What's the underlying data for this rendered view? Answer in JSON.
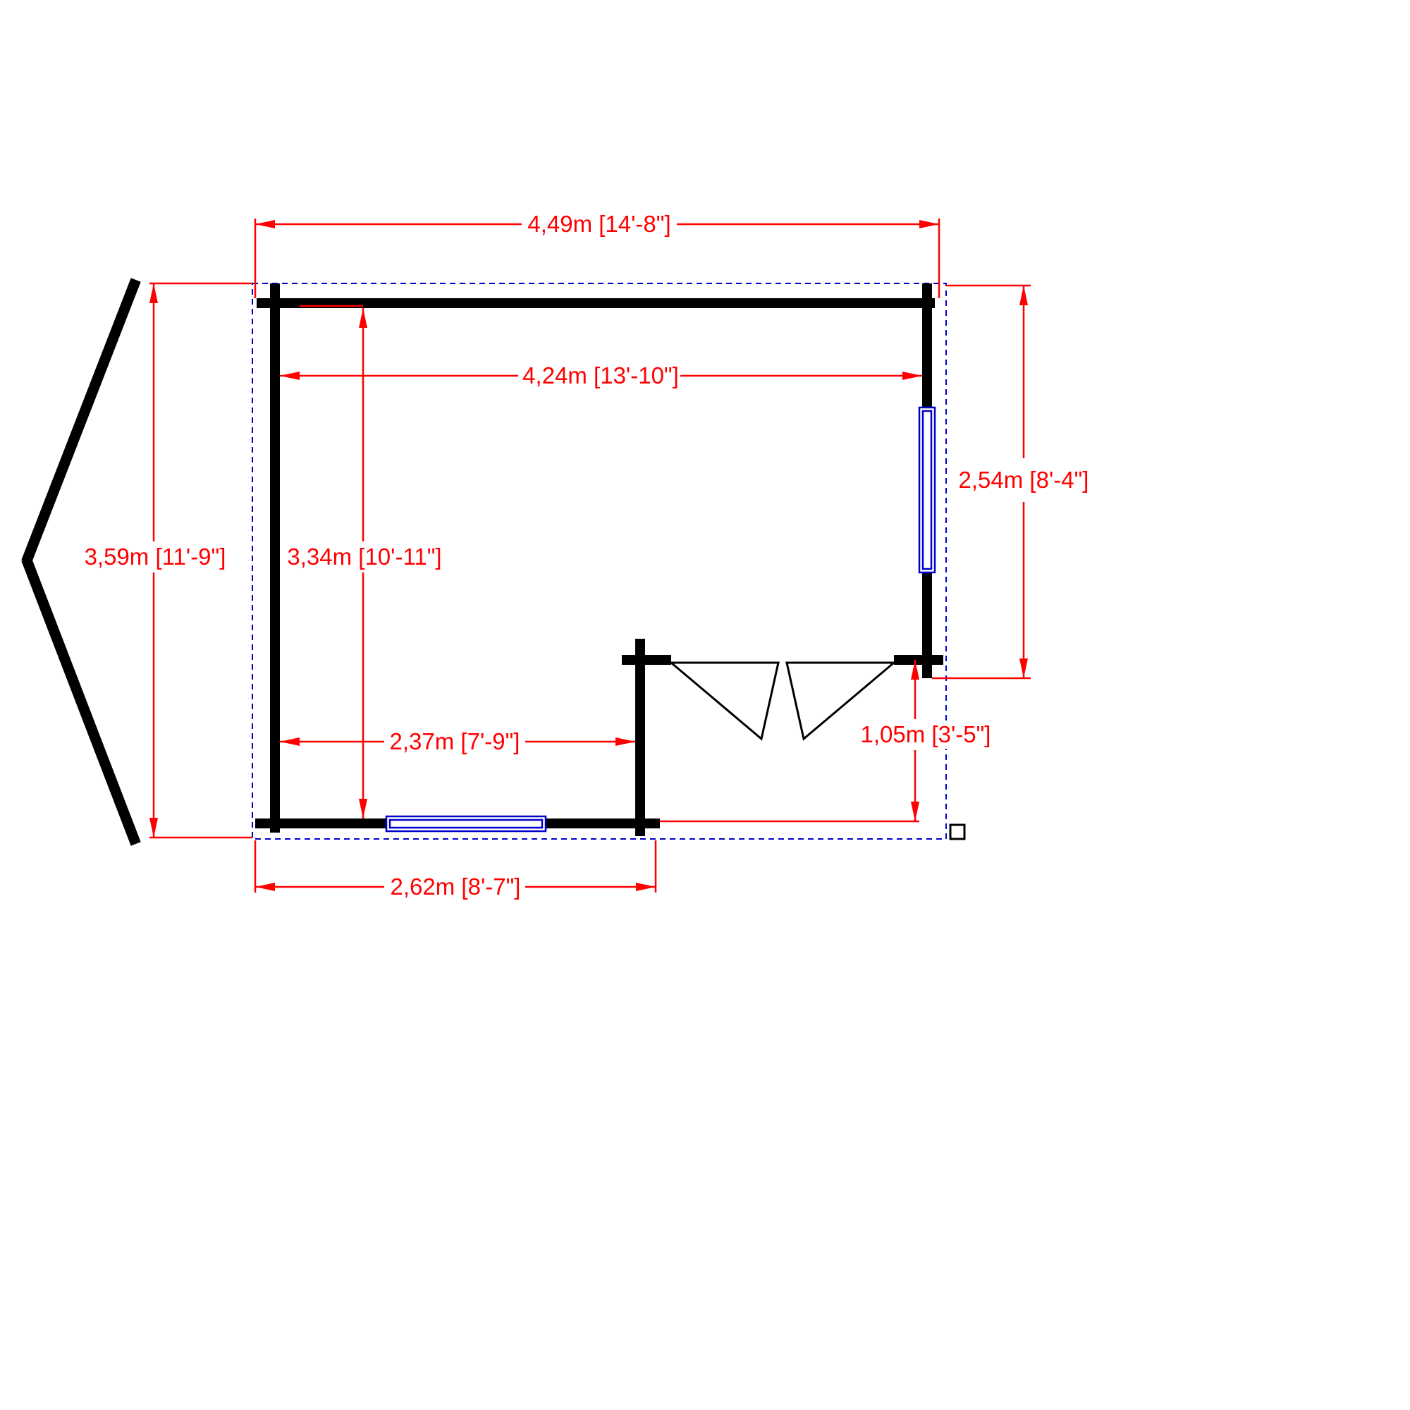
{
  "drawing": {
    "kind": "floor-plan",
    "colors": {
      "dimension": "#ff0000",
      "wall": "#000000",
      "glazing": "#0000cc",
      "overhang": "#0000cc"
    },
    "dimensions": {
      "overall_width": "4,49m [14'-8\"]",
      "internal_width": "4,24m [13'-10\"]",
      "overall_depth": "3,59m [11'-9\"]",
      "internal_depth": "3,34m [10'-11\"]",
      "side_depth": "2,54m [8'-4\"]",
      "interior_width": "2,37m [7'-9\"]",
      "veranda_depth": "1,05m [3'-5\"]",
      "veranda_width": "2,62m [8'-7\"]"
    }
  }
}
